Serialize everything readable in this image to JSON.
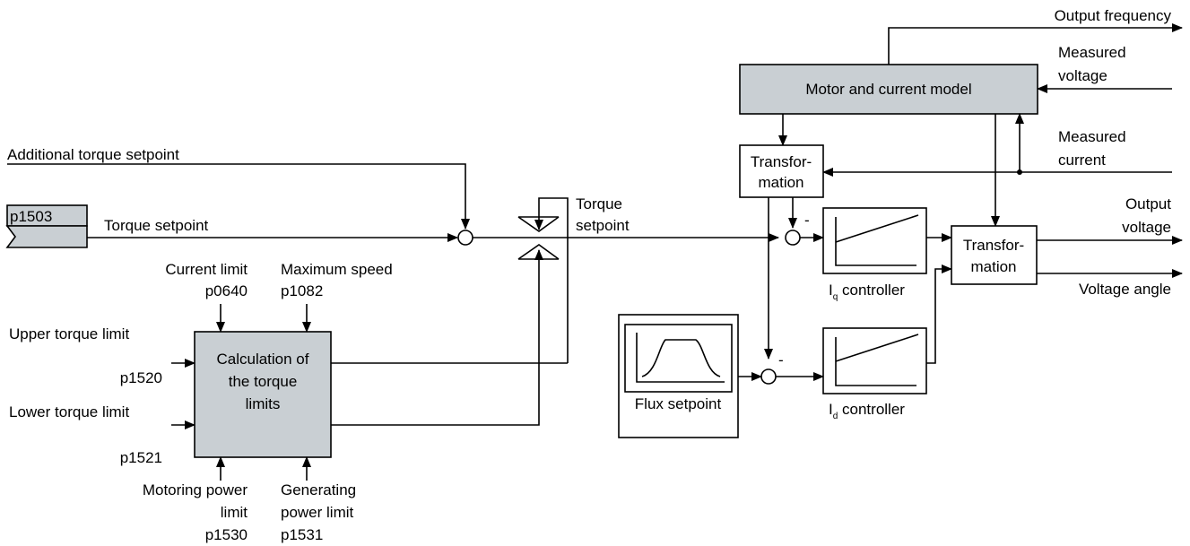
{
  "labels": {
    "output_frequency": "Output frequency",
    "measured_voltage_1": "Measured",
    "measured_voltage_2": "voltage",
    "measured_current_1": "Measured",
    "measured_current_2": "current",
    "additional_torque_setpoint": "Additional torque setpoint",
    "p1503": "p1503",
    "torque_setpoint": "Torque setpoint",
    "torque_setpoint_limited_1": "Torque",
    "torque_setpoint_limited_2": "setpoint",
    "current_limit_1": "Current limit",
    "current_limit_2": "p0640",
    "max_speed_1": "Maximum speed",
    "max_speed_2": "p1082",
    "upper_torque_limit": "Upper torque limit",
    "p1520": "p1520",
    "lower_torque_limit": "Lower torque limit",
    "p1521": "p1521",
    "motoring_power_1": "Motoring power",
    "motoring_power_2": "limit",
    "motoring_power_3": "p1530",
    "generating_power_1": "Generating",
    "generating_power_2": "power limit",
    "generating_power_3": "p1531",
    "output_voltage_1": "Output",
    "output_voltage_2": "voltage",
    "voltage_angle": "Voltage angle",
    "minus": "-"
  },
  "blocks": {
    "motor_model": "Motor and current model",
    "transform_top_1": "Transfor-",
    "transform_top_2": "mation",
    "transform_right_1": "Transfor-",
    "transform_right_2": "mation",
    "calc_limits_1": "Calculation of",
    "calc_limits_2": "the torque",
    "calc_limits_3": "limits",
    "flux_setpoint": "Flux setpoint",
    "iq_controller_prefix": "I",
    "iq_controller_sub": "q",
    "iq_controller_suffix": " controller",
    "id_controller_prefix": "I",
    "id_controller_sub": "d",
    "id_controller_suffix": " controller"
  },
  "colors": {
    "block_fill": "#c9cfd3",
    "line": "#000000"
  }
}
